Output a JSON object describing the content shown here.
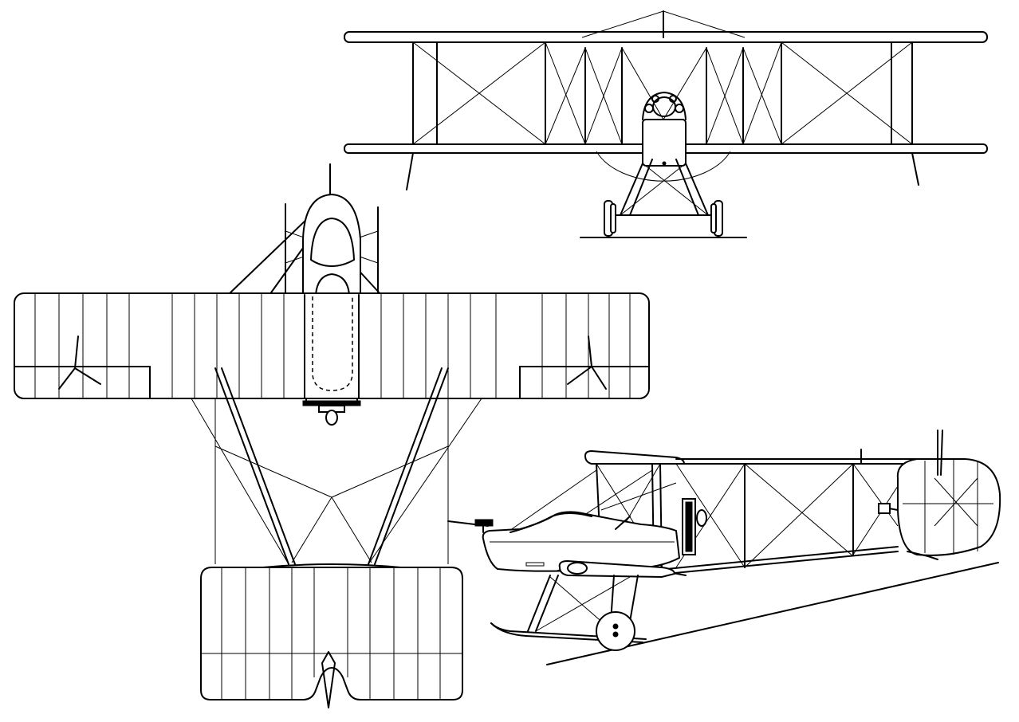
{
  "drawing": {
    "views": [
      "front",
      "top",
      "side"
    ],
    "line_color": "#000000",
    "background_color": "#ffffff"
  }
}
